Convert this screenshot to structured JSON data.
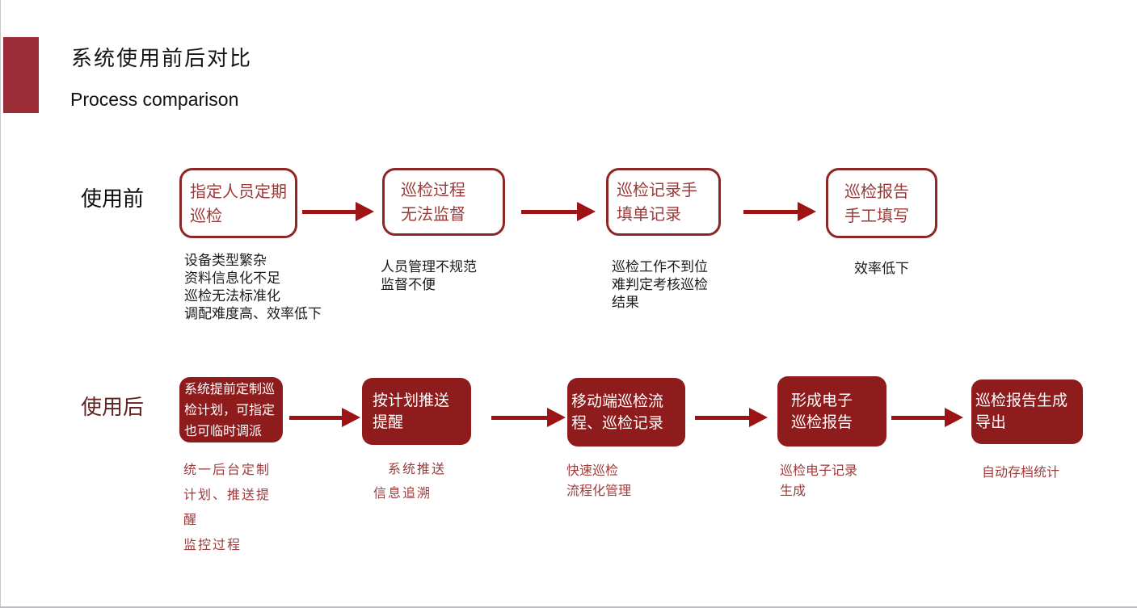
{
  "page": {
    "title": "系统使用前后对比",
    "subtitle": "Process comparison"
  },
  "colors": {
    "accent_bar": "#9a2d35",
    "filled_box": "#8e1c1c",
    "outline_box_border": "#8f2626",
    "outline_box_text": "#9c3a3a",
    "arrow": "#9e1414",
    "red_description_text": "#9d3c3c",
    "after_label_text": "#5f2422",
    "before_label_text": "#0d0d0d"
  },
  "rows": [
    {
      "label": "使用前",
      "steps": [
        {
          "box": "指定人员定期\n巡检",
          "desc": "设备类型繁杂\n资料信息化不足\n巡检无法标准化\n调配难度高、效率低下"
        },
        {
          "box": "巡检过程\n无法监督",
          "desc": "人员管理不规范\n监督不便"
        },
        {
          "box": "巡检记录手\n填单记录",
          "desc": "巡检工作不到位\n难判定考核巡检\n结果"
        },
        {
          "box": "巡检报告\n手工填写",
          "desc": "效率低下"
        }
      ]
    },
    {
      "label": "使用后",
      "steps": [
        {
          "box": "系统提前定制巡\n检计划，可指定\n也可临时调派",
          "desc": "统一后台定制\n计划、推送提\n醒\n监控过程"
        },
        {
          "box": "按计划推送\n提醒",
          "desc": "　系统推送\n信息追溯"
        },
        {
          "box": "移动端巡检流\n程、巡检记录",
          "desc": "快速巡检\n流程化管理"
        },
        {
          "box": "形成电子\n巡检报告",
          "desc": "巡检电子记录\n生成"
        },
        {
          "box": "巡检报告生成\n导出",
          "desc": "自动存档统计"
        }
      ]
    }
  ]
}
